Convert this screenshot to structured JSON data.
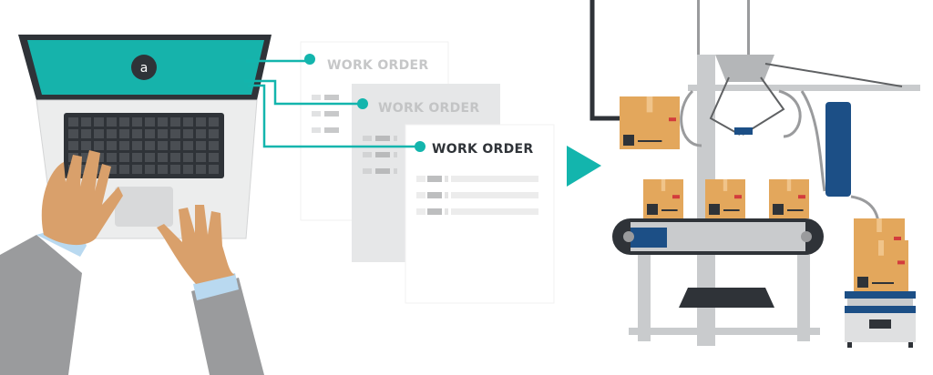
{
  "laptop": {
    "logo_letter": "a"
  },
  "work_orders": [
    {
      "label": "WORK ORDER",
      "state": "faded"
    },
    {
      "label": "WORK ORDER",
      "state": "faded"
    },
    {
      "label": "WORK ORDER",
      "state": "active"
    }
  ],
  "colors": {
    "accent": "#13b5ad",
    "screen": "#16b3ab",
    "box": "#e3a75c",
    "machine_blue": "#1c4f86",
    "frame": "#c9cbcd",
    "suit": "#9a9b9d",
    "skin": "#d9a06b"
  }
}
